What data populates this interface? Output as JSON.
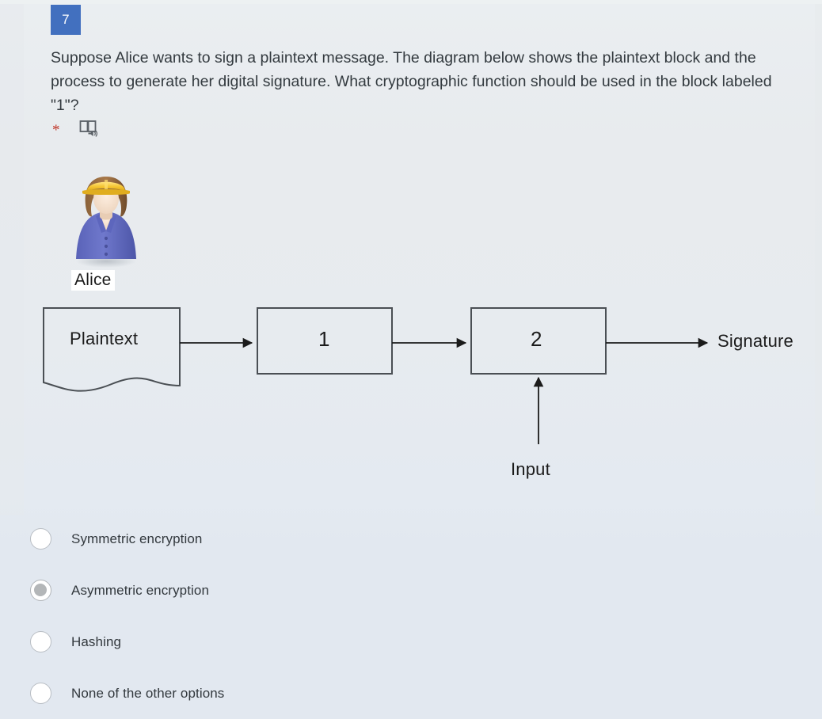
{
  "question": {
    "number": "7",
    "text": "Suppose Alice wants to sign a plaintext message. The diagram below shows the plaintext block and the process to generate her digital signature. What cryptographic function should be used in the block labeled \"1\"?",
    "required_marker": "*",
    "reader_icon": "immersive-reader-icon",
    "badge_color": "#4270bf"
  },
  "diagram": {
    "actor_label": "Alice",
    "actor_icon": "female-engineer-avatar",
    "nodes": [
      {
        "id": "plaintext",
        "label": "Plaintext",
        "shape": "document"
      },
      {
        "id": "block1",
        "label": "1",
        "shape": "rectangle"
      },
      {
        "id": "block2",
        "label": "2",
        "shape": "rectangle"
      }
    ],
    "terminal_label": "Signature",
    "input_label": "Input",
    "edges": [
      {
        "from": "plaintext",
        "to": "block1"
      },
      {
        "from": "block1",
        "to": "block2"
      },
      {
        "from": "block2",
        "to": "Signature"
      },
      {
        "from": "Input",
        "to": "block2"
      }
    ]
  },
  "options": [
    {
      "label": "Symmetric encryption",
      "selected": false
    },
    {
      "label": "Asymmetric encryption",
      "selected": true
    },
    {
      "label": "Hashing",
      "selected": false
    },
    {
      "label": "None of the other options",
      "selected": false
    }
  ]
}
